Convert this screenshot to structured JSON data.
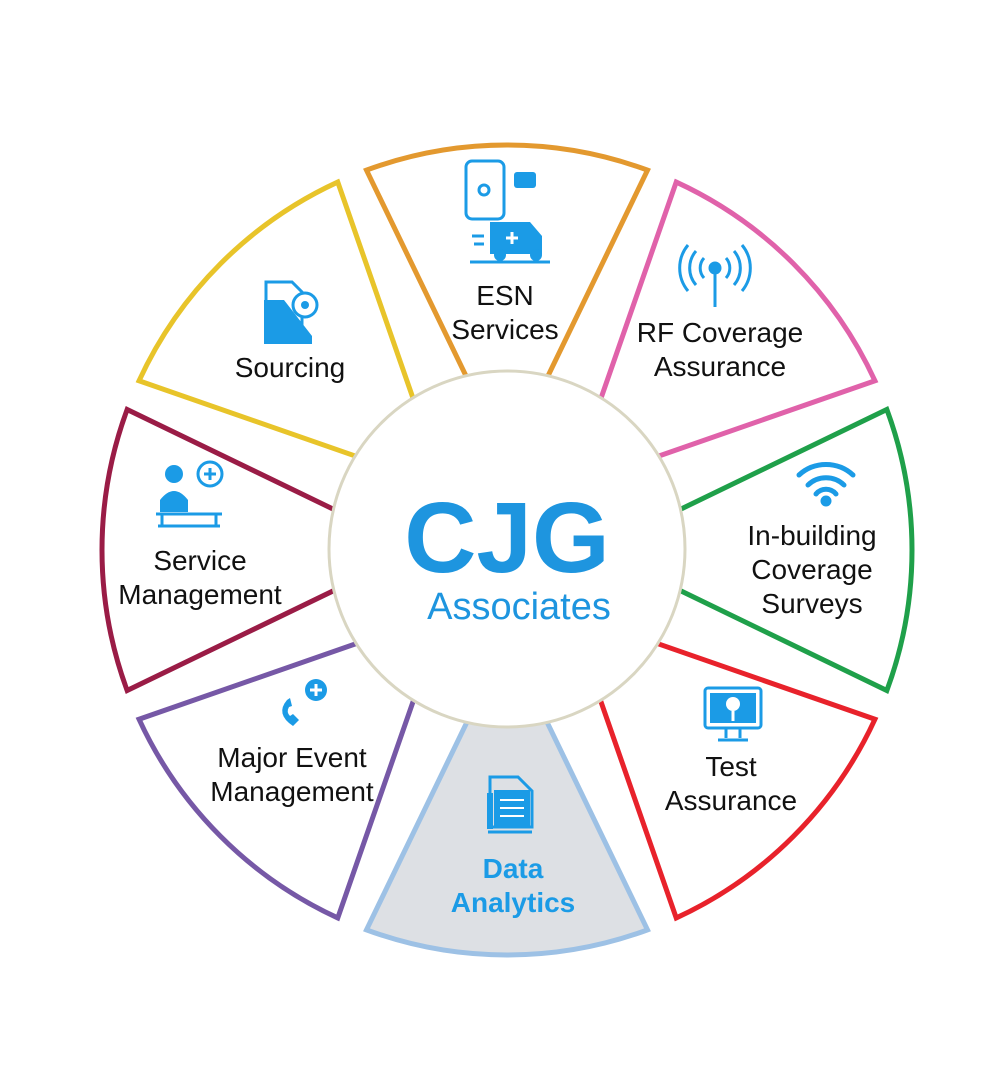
{
  "colors": {
    "icon_blue": "#1b9be6",
    "logo_blue": "#1e95df",
    "center_stroke": "#d9d6c2",
    "highlight_fill": "#dde0e4"
  },
  "center": {
    "title": "CJG",
    "subtitle": "Associates"
  },
  "segments": [
    {
      "id": "esn",
      "lines": [
        "ESN",
        "Services"
      ],
      "color": "#e3992f",
      "icon": "phone-ambulance-icon",
      "highlight": false
    },
    {
      "id": "rf",
      "lines": [
        "RF Coverage",
        "Assurance"
      ],
      "color": "#e062aa",
      "icon": "antenna-icon",
      "highlight": false
    },
    {
      "id": "inbuilding",
      "lines": [
        "In-building",
        "Coverage",
        "Surveys"
      ],
      "color": "#1fa04a",
      "icon": "wifi-icon",
      "highlight": false
    },
    {
      "id": "test",
      "lines": [
        "Test",
        "Assurance"
      ],
      "color": "#e8222b",
      "icon": "monitor-search-icon",
      "highlight": false
    },
    {
      "id": "data",
      "lines": [
        "Data",
        "Analytics"
      ],
      "color": "#9dc1e5",
      "icon": "document-icon",
      "highlight": true
    },
    {
      "id": "major",
      "lines": [
        "Major Event",
        "Management"
      ],
      "color": "#7658a6",
      "icon": "phone-plus-icon",
      "highlight": false
    },
    {
      "id": "service",
      "lines": [
        "Service",
        "Management"
      ],
      "color": "#9a1c46",
      "icon": "agent-icon",
      "highlight": false
    },
    {
      "id": "sourcing",
      "lines": [
        "Sourcing"
      ],
      "color": "#e8c42a",
      "icon": "file-gear-icon",
      "highlight": false
    }
  ]
}
